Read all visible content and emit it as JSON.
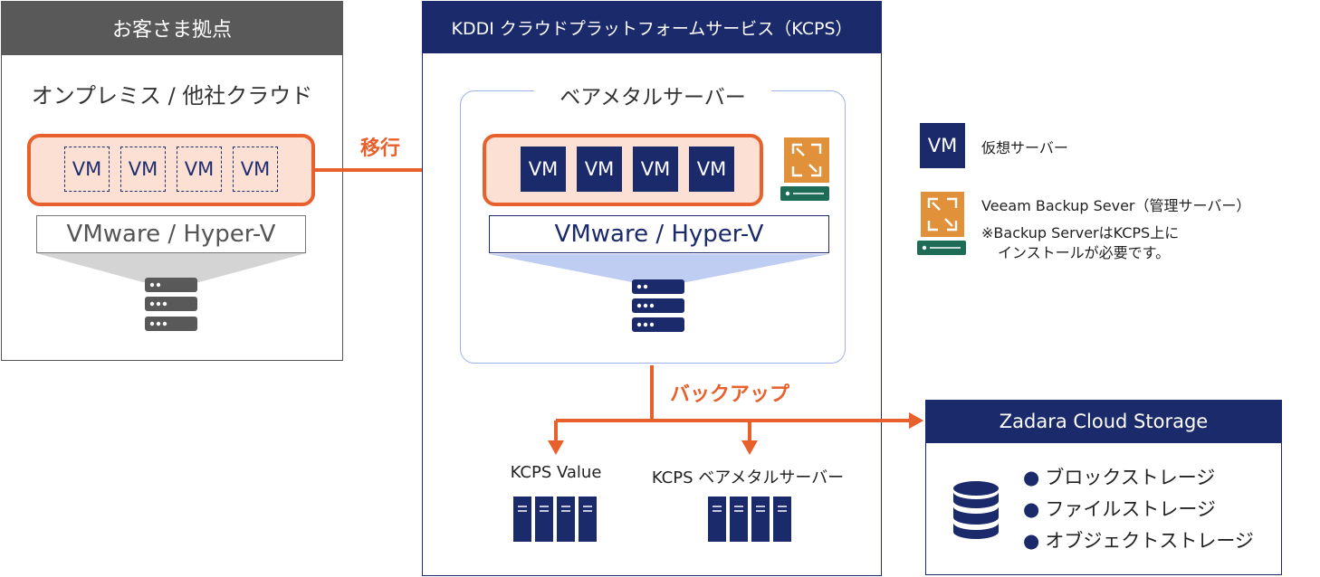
{
  "customer": {
    "title": "お客さま拠点",
    "subtitle": "オンプレミス / 他社クラウド",
    "vms": [
      "VM",
      "VM",
      "VM",
      "VM"
    ],
    "hypervisor": "VMware / Hyper-V"
  },
  "migration_label": "移行",
  "kcps": {
    "title": "KDDI クラウドプラットフォームサービス（KCPS）",
    "baremetal_title": "ベアメタルサーバー",
    "vms": [
      "VM",
      "VM",
      "VM",
      "VM"
    ],
    "hypervisor": "VMware / Hyper-V",
    "backup_label": "バックアップ",
    "targets": [
      "KCPS Value",
      "KCPS ベアメタルサーバー"
    ]
  },
  "zadara": {
    "title": "Zadara Cloud Storage",
    "items": [
      "ブロックストレージ",
      "ファイルストレージ",
      "オブジェクトストレージ"
    ]
  },
  "legend": {
    "vm_badge": "VM",
    "vm_desc": "仮想サーバー",
    "veeam_desc": "Veeam Backup Sever（管理サーバー）",
    "veeam_note_1": "※Backup ServerはKCPS上に",
    "veeam_note_2": "インストールが必要です。"
  },
  "colors": {
    "navy": "#1b2a6b",
    "orange": "#e8602c",
    "gray_header": "#595959",
    "veeam_orange": "#e0913a",
    "veeam_green": "#1e6b56"
  }
}
